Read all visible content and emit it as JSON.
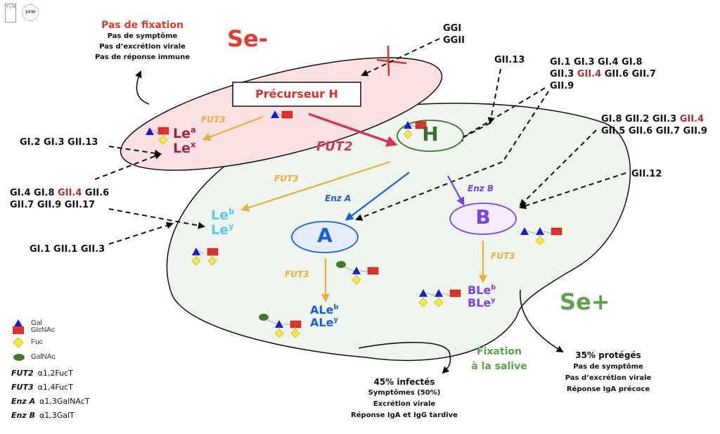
{
  "logos": {
    "tvm": "TVM",
    "sfm": "SFM"
  },
  "se_minus": {
    "label": "Se-",
    "outcome_title": "Pas de fixation",
    "outcome_lines": [
      "Pas de symptôme",
      "Pas d’excrétion virale",
      "Pas de réponse immune"
    ],
    "precursor_label": "Précurseur H",
    "lewis": {
      "line1": "Le",
      "sup1": "a",
      "line2": "Le",
      "sup2": "x"
    }
  },
  "se_plus": {
    "label": "Se+",
    "fixation_lines": [
      "Fixation",
      "à la salive"
    ],
    "node_h": "H",
    "node_a": "A",
    "node_b": "B",
    "leb": {
      "line1": "Le",
      "sup1": "b",
      "line2": "Le",
      "sup2": "y"
    },
    "aleb": {
      "line1": "ALe",
      "sup1": "b",
      "line2": "ALe",
      "sup2": "y"
    },
    "bleb": {
      "line1": "BLe",
      "sup1": "b",
      "line2": "BLe",
      "sup2": "y"
    }
  },
  "enzymes": {
    "fut2": "FUT2",
    "fut3": "FUT3",
    "enz_a": "Enz A",
    "enz_b": "Enz B"
  },
  "genotypes": {
    "ggi_ggii": [
      "GGI",
      "GGII"
    ],
    "gii13": "GII.13",
    "h_binders": {
      "line1": "GI.1 GI.3 GI.4 GI.8",
      "line2_pre": "GII.3 ",
      "line2_hl": "GII.4",
      "line2_post": " GII.6 GII.7",
      "line3": "GII.9"
    },
    "b_binders": {
      "line1_pre": "GI.8 GII.2 GII.3 ",
      "line1_hl": "GII.4",
      "line2": "GII.5 GII.6 GII.7 GII.9"
    },
    "gii12": "GII.12",
    "lea_binders": "GI.2 GI.3 GII.13",
    "leb_binders": {
      "line1_pre": "GI.4 GI.8 ",
      "line1_hl": "GII.4",
      "line1_post": " GII.6",
      "line2": "GII.7 GII.9 GII.17"
    },
    "leb_binders2": "GI.1 GII.1 GII.3"
  },
  "outcomes": {
    "infected": {
      "title": "45% infectés",
      "lines": [
        "Symptômes (50%)",
        "Excrétion virale",
        "Réponse IgA et IgG tardive"
      ]
    },
    "protected": {
      "title": "35% protégés",
      "lines": [
        "Pas de symptôme",
        "Pas d’excrétion virale",
        "Réponse IgA précoce"
      ]
    }
  },
  "legend": {
    "symbols": [
      {
        "icon": "triangle",
        "label": "Gal",
        "color": "#1a1ad6"
      },
      {
        "icon": "square",
        "label": "GlcNAc",
        "color": "#e0322a"
      },
      {
        "icon": "diamond",
        "label": "Fuc",
        "color": "#f5ec3a"
      },
      {
        "icon": "ellipse",
        "label": "GalNAc",
        "color": "#3f7a2a"
      }
    ],
    "enzymes": [
      {
        "name": "FUT2",
        "desc": "α1,2FucT"
      },
      {
        "name": "FUT3",
        "desc": "α1,4FucT"
      },
      {
        "name": "Enz A",
        "desc": "α1,3GalNAcT"
      },
      {
        "name": "Enz B",
        "desc": "α1,3GalT"
      }
    ]
  },
  "colors": {
    "se_minus": "#e53b2c",
    "se_plus": "#5aa447",
    "fut2": "#d8345a",
    "fut3": "#e8b03a",
    "enz_a": "#1560e0",
    "enz_b": "#7a3ff0",
    "lewis_a": "#a3224a",
    "lewis_b": "#5ec8f2",
    "h_node": "#3c6e34"
  }
}
